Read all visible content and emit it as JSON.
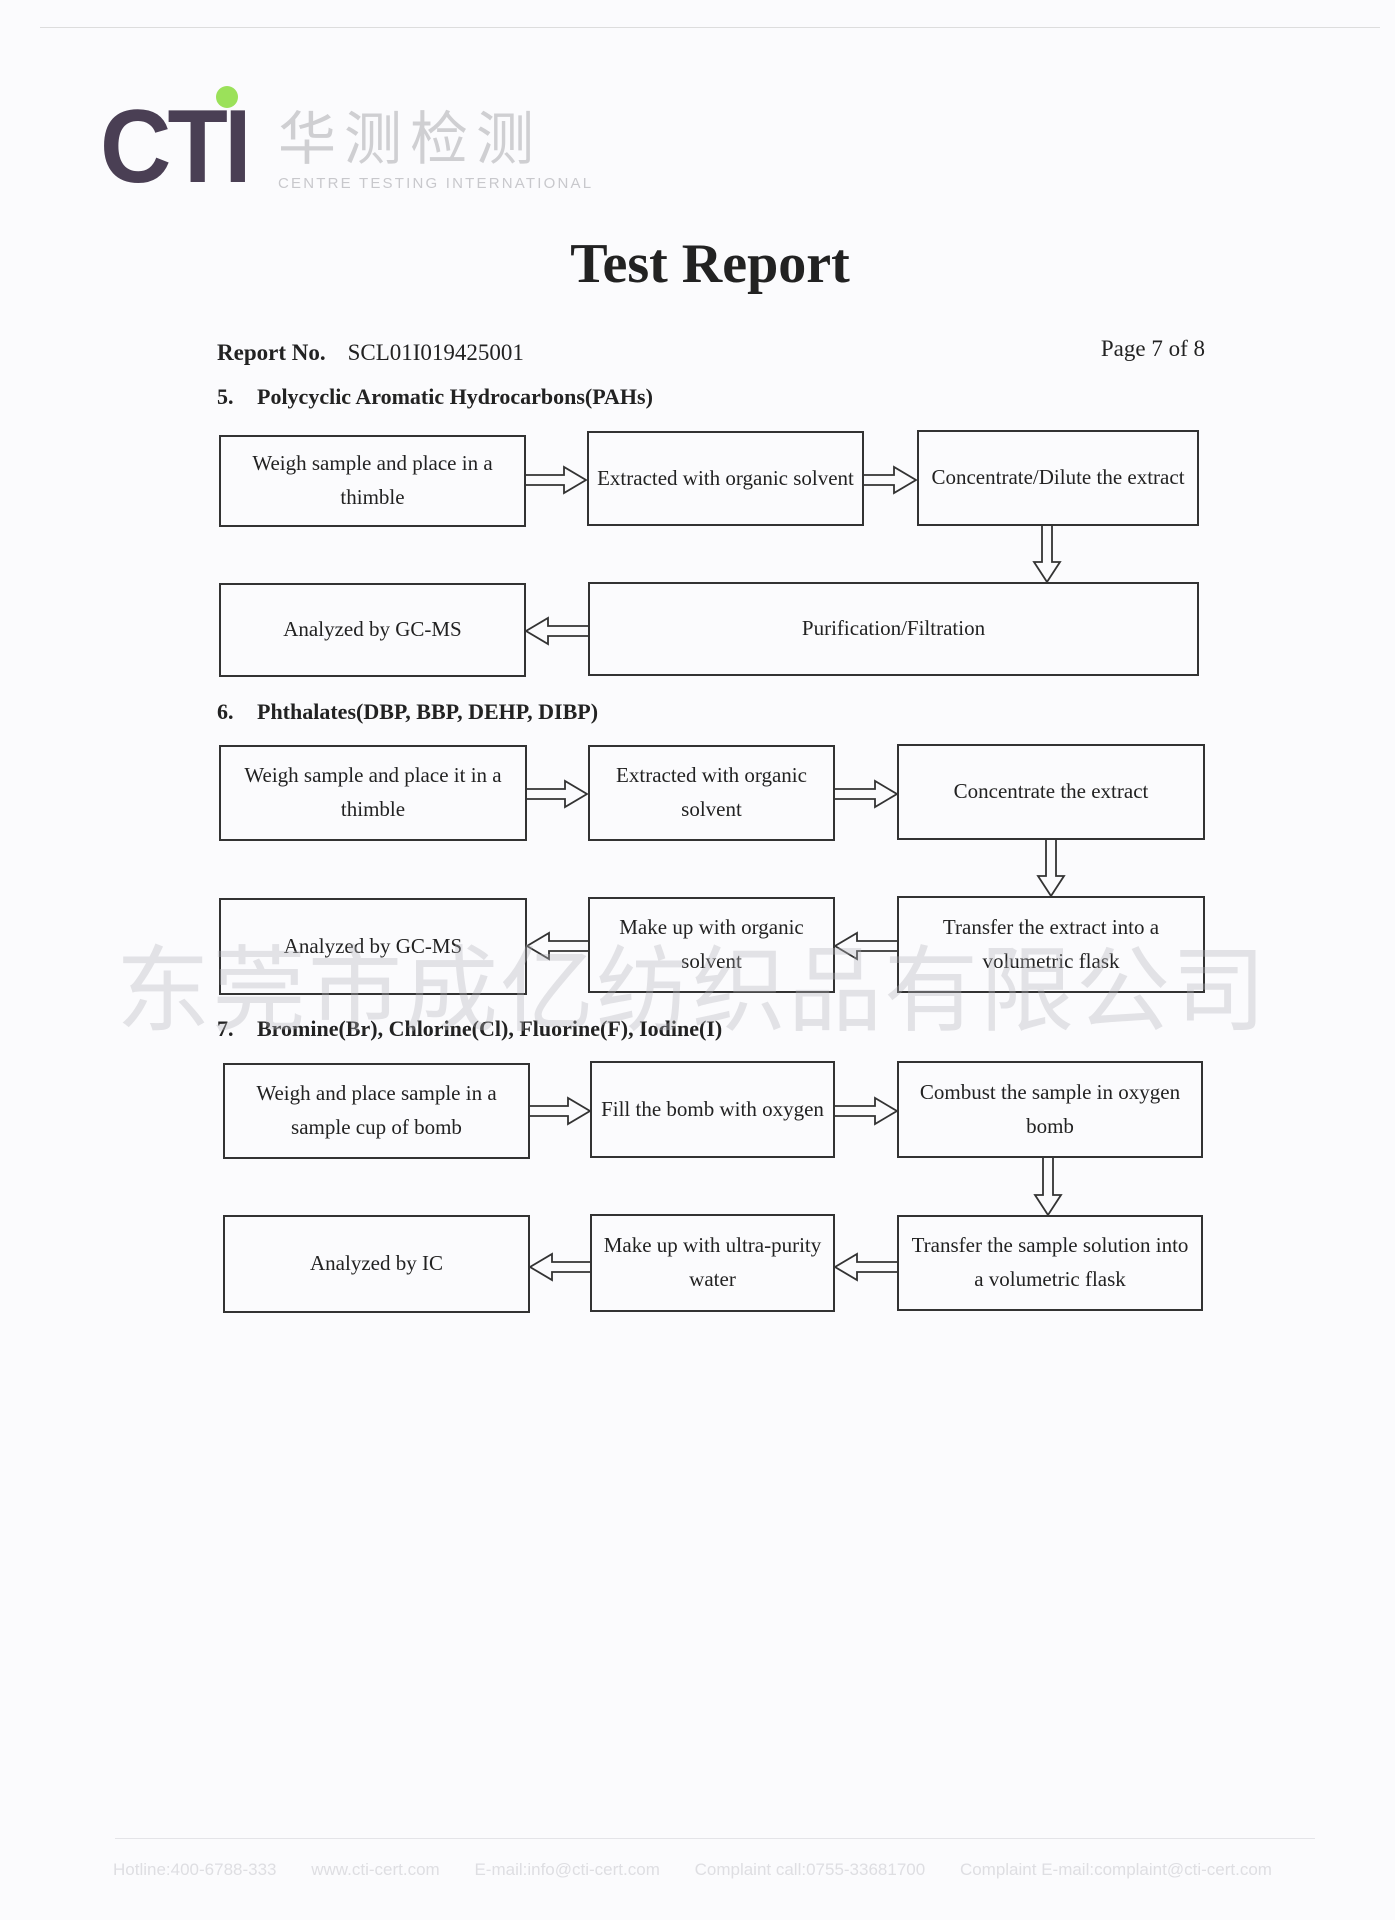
{
  "header": {
    "logo_text": "CTI",
    "logo_cn": "华测检测",
    "logo_en": "CENTRE TESTING INTERNATIONAL"
  },
  "title": "Test Report",
  "report_no_label": "Report No.",
  "report_no": "SCL01I019425001",
  "page": "Page 7 of 8",
  "sections": [
    {
      "num": "5.",
      "title": "Polycyclic Aromatic Hydrocarbons(PAHs)",
      "steps": [
        "Weigh sample and place in a thimble",
        "Extracted with organic solvent",
        "Concentrate/Dilute the extract",
        "Purification/Filtration",
        "Analyzed by GC-MS"
      ]
    },
    {
      "num": "6.",
      "title": "Phthalates(DBP, BBP, DEHP, DIBP)",
      "steps": [
        "Weigh sample and place it in a thimble",
        "Extracted with organic solvent",
        "Concentrate the extract",
        "Transfer the extract into a volumetric flask",
        "Make up with organic solvent",
        "Analyzed by GC-MS"
      ]
    },
    {
      "num": "7.",
      "title": "Bromine(Br), Chlorine(Cl), Fluorine(F), Iodine(I)",
      "steps": [
        "Weigh and place sample in a sample cup of bomb",
        "Fill the bomb with oxygen",
        "Combust the sample in oxygen bomb",
        "Transfer the sample solution into a volumetric flask",
        "Make up with ultra-purity water",
        "Analyzed by IC"
      ]
    }
  ],
  "watermark": "东莞市成亿纺织品有限公司",
  "footer": [
    "Hotline:400-6788-333",
    "www.cti-cert.com",
    "E-mail:info@cti-cert.com",
    "Complaint call:0755-33681700",
    "Complaint E-mail:complaint@cti-cert.com"
  ]
}
